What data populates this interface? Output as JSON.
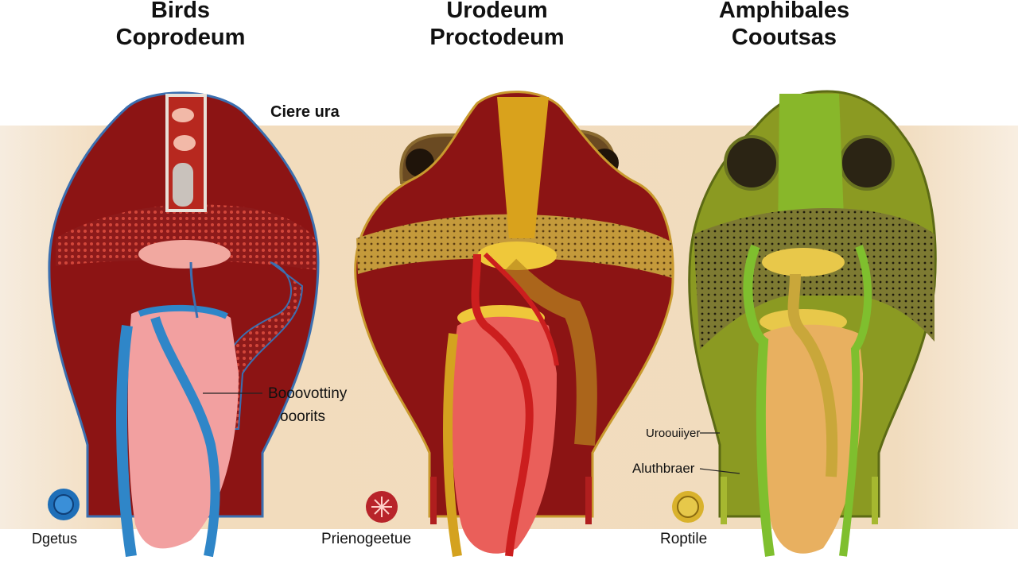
{
  "titles": [
    {
      "line1": "Birds",
      "line2": "Coprodeum"
    },
    {
      "line1": "Urodeum",
      "line2": "Proctodeum"
    },
    {
      "line1": "Amphibales",
      "line2": "Cooutsas"
    }
  ],
  "labels": {
    "top": "Ciere ura",
    "mid1_line1": "Booovottiny",
    "mid1_line2": "ooorits",
    "right1": "Uroouiiyer",
    "right2": "Aluthbraer"
  },
  "legend": [
    {
      "label": "Dgetus",
      "color": "#1f6fb8"
    },
    {
      "label": "Prienogeetue",
      "color": "#b8242a"
    },
    {
      "label": "Roptile",
      "color": "#d9b22c"
    }
  ]
}
